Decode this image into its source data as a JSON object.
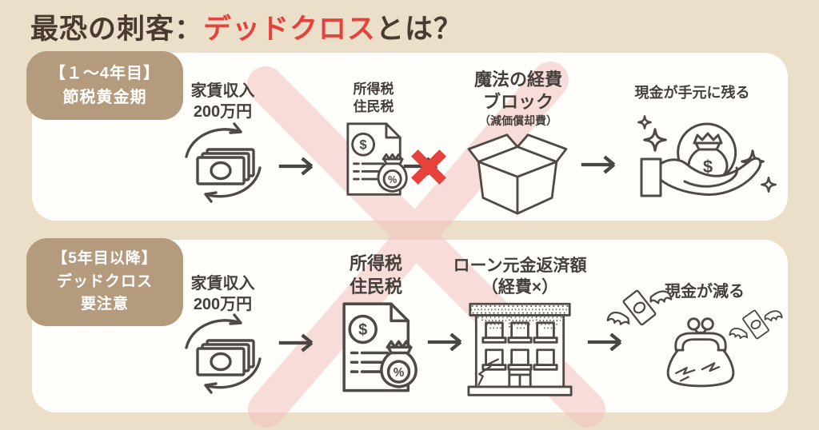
{
  "title": {
    "prefix": "最恐の刺客：",
    "highlight": "デッドクロス",
    "suffix": "とは？"
  },
  "row1": {
    "badge": "【１〜4年目】\n節税黄金期",
    "income": "家賃収入\n200万円",
    "tax": "所得税\n住民税",
    "block_title": "魔法の経費\nブロック",
    "block_sub": "（減価償却費）",
    "result": "現金が手元に残る"
  },
  "row2": {
    "badge": "【5年目以降】\nデッドクロス\n要注意",
    "income": "家賃収入\n200万円",
    "tax": "所得税\n住民税",
    "loan": "ローン元金返済額\n（経費×）",
    "result": "現金が減る"
  },
  "glyphs": {
    "dollar": "$",
    "percent": "%"
  },
  "colors": {
    "background": "#ebdfc9",
    "panel": "#fffefb",
    "badge": "#b49b7d",
    "title_dark": "#49392f",
    "accent_red": "#e6413a",
    "icon_stroke": "#4f4a46",
    "soft_cross_pink": "#f3c2c0"
  }
}
